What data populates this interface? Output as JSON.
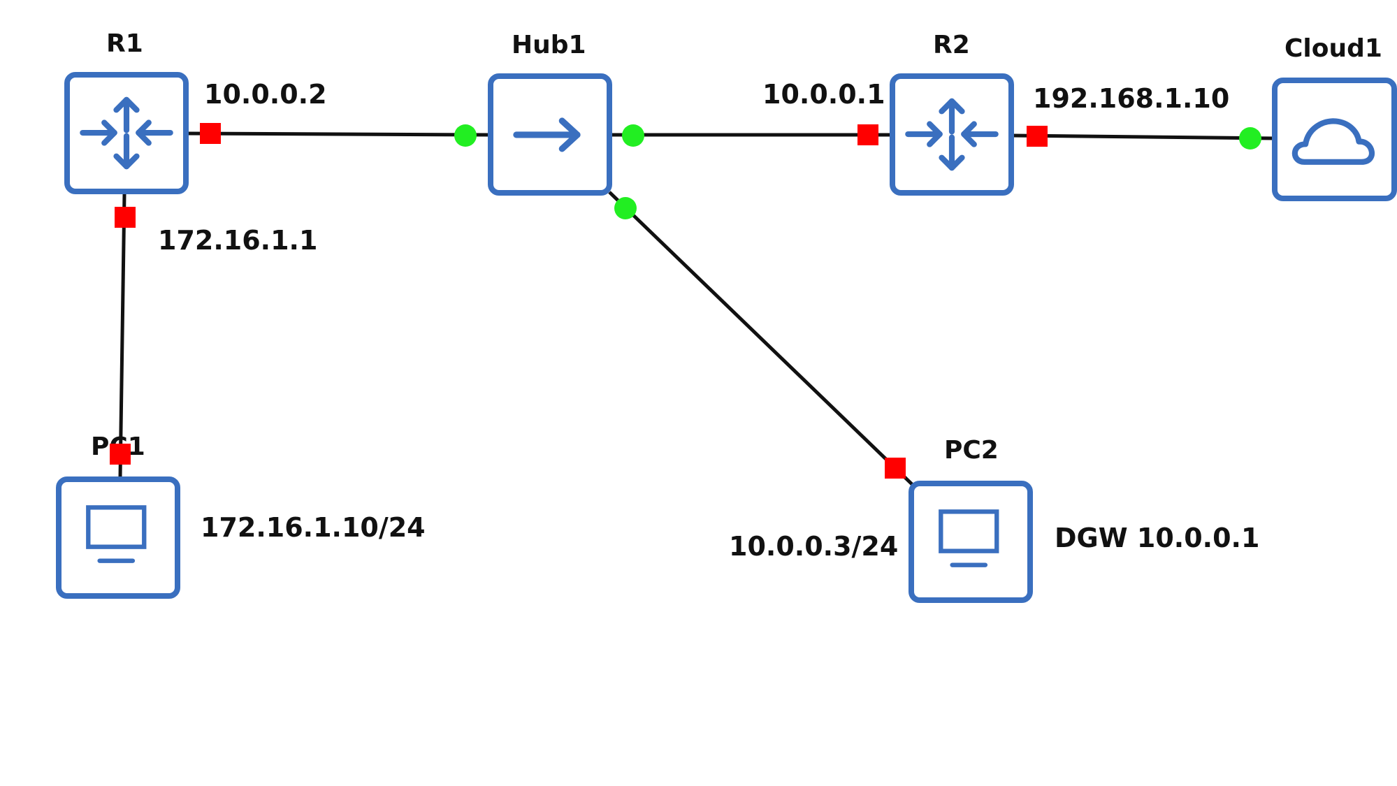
{
  "nodes": {
    "r1": {
      "name": "R1",
      "icon": "router-icon"
    },
    "hub1": {
      "name": "Hub1",
      "icon": "hub-icon"
    },
    "r2": {
      "name": "R2",
      "icon": "router-icon"
    },
    "cloud1": {
      "name": "Cloud1",
      "icon": "cloud-icon"
    },
    "pc1": {
      "name": "PC1",
      "icon": "monitor-icon"
    },
    "pc2": {
      "name": "PC2",
      "icon": "monitor-icon"
    }
  },
  "addresses": {
    "r1_hub": "10.0.0.2",
    "r1_pc1": "172.16.1.1",
    "r2_hub": "10.0.0.1",
    "r2_cloud": "192.168.1.10",
    "pc1": "172.16.1.10/24",
    "pc2": "10.0.0.3/24",
    "pc2_gateway": "DGW 10.0.0.1"
  },
  "links": [
    {
      "from": "R1",
      "to": "Hub1"
    },
    {
      "from": "Hub1",
      "to": "R2"
    },
    {
      "from": "R2",
      "to": "Cloud1"
    },
    {
      "from": "R1",
      "to": "PC1"
    },
    {
      "from": "Hub1",
      "to": "PC2"
    }
  ],
  "colors": {
    "device_border": "#3a6fbf",
    "port_router": "#ff0000",
    "port_hub": "#22ee22",
    "link": "#111111"
  }
}
